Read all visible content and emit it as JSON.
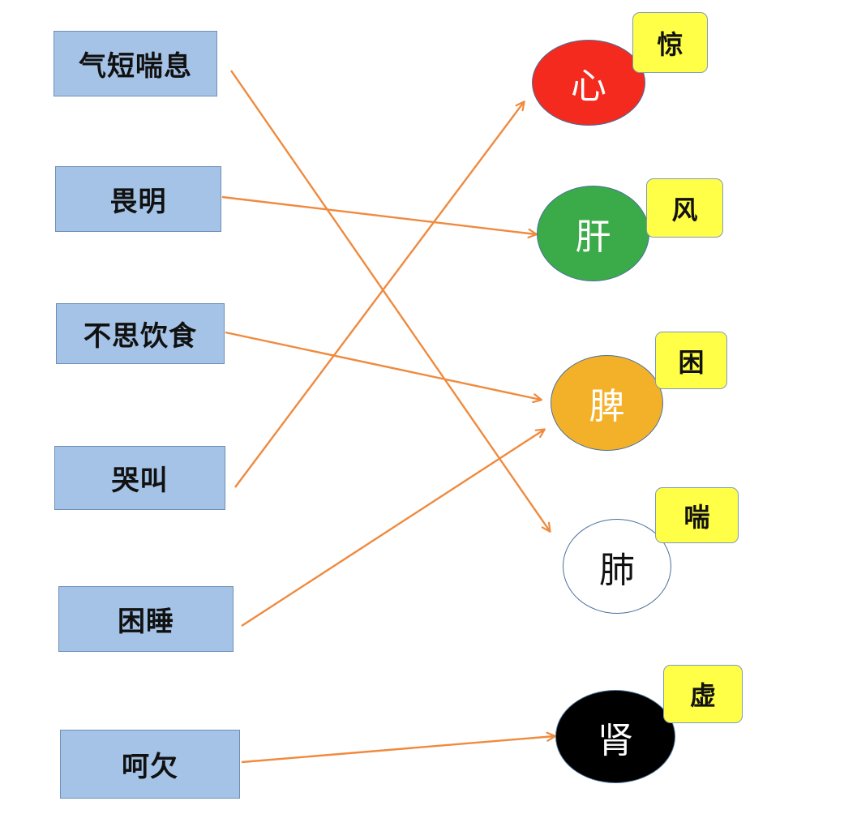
{
  "symptoms": [
    {
      "label": "气短喘息"
    },
    {
      "label": "畏明"
    },
    {
      "label": "不思饮食"
    },
    {
      "label": "哭叫"
    },
    {
      "label": "困睡"
    },
    {
      "label": "呵欠"
    }
  ],
  "organs": [
    {
      "label": "心",
      "tag": "惊",
      "fill": "#f42a1e",
      "text_color": "#ffffff"
    },
    {
      "label": "肝",
      "tag": "风",
      "fill": "#3bab4a",
      "text_color": "#ffffff"
    },
    {
      "label": "脾",
      "tag": "困",
      "fill": "#f3b12a",
      "text_color": "#ffffff"
    },
    {
      "label": "肺",
      "tag": "喘",
      "fill": "#ffffff",
      "text_color": "#111111"
    },
    {
      "label": "肾",
      "tag": "虚",
      "fill": "#000000",
      "text_color": "#ffffff"
    }
  ],
  "links": [
    {
      "from": "气短喘息",
      "to": "肺"
    },
    {
      "from": "畏明",
      "to": "肝"
    },
    {
      "from": "不思饮食",
      "to": "脾"
    },
    {
      "from": "哭叫",
      "to": "心"
    },
    {
      "from": "困睡",
      "to": "脾"
    },
    {
      "from": "呵欠",
      "to": "肾"
    }
  ],
  "colors": {
    "box_fill": "#a5c3e6",
    "tag_fill": "#ffff47",
    "arrow": "#ef8a3e"
  }
}
